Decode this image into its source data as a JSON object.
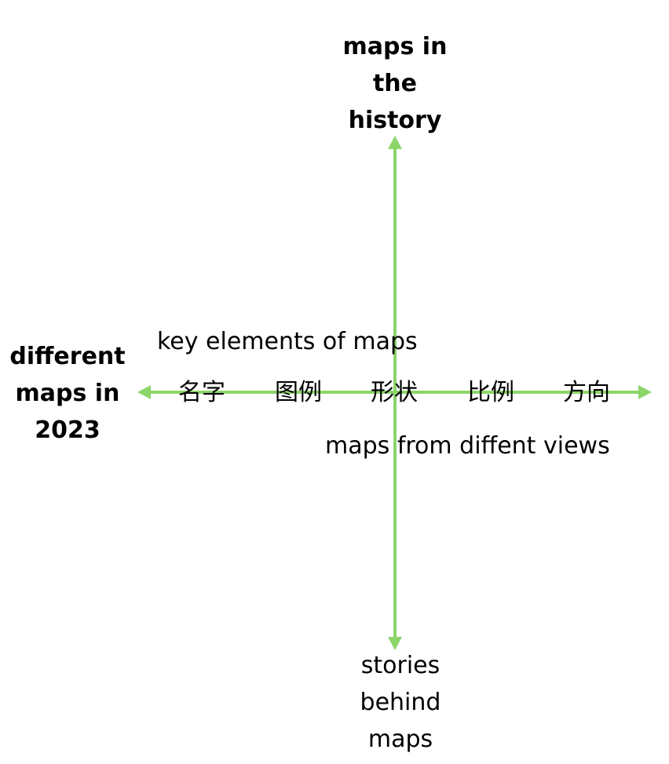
{
  "colors": {
    "axis": "#8cd56a",
    "text": "#000000",
    "background": "#ffffff"
  },
  "labels": {
    "top": "maps in\nthe\nhistory",
    "left": "different\nmaps in\n2023",
    "bottom": "stories\nbehind\nmaps",
    "above_axis": "key elements of maps",
    "below_axis": "maps from diffent views"
  },
  "elements": [
    "名字",
    "图例",
    "形状",
    "比例",
    "方向"
  ]
}
